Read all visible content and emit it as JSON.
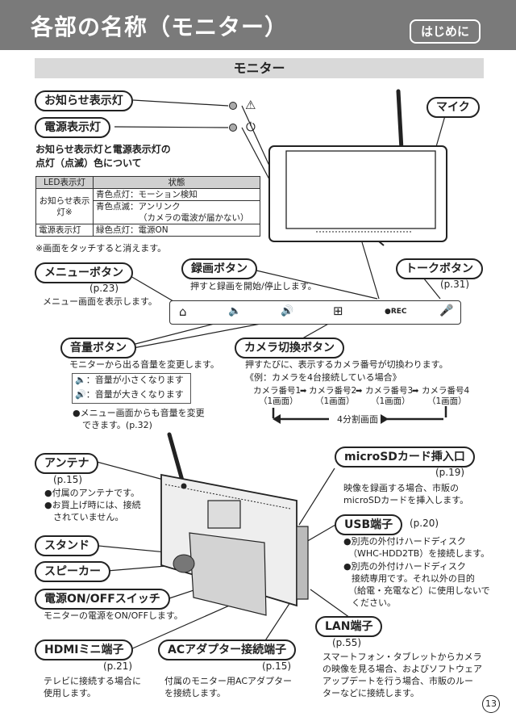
{
  "header": {
    "title": "各部の名称（モニター）",
    "badge": "はじめに"
  },
  "section": "モニター",
  "callouts": {
    "notice_lamp": "お知らせ表示灯",
    "power_lamp": "電源表示灯",
    "mic": "マイク",
    "menu_button": "メニューボタン",
    "record_button": "録画ボタン",
    "talk_button": "トークボタン",
    "volume_button": "音量ボタン",
    "camera_switch_button": "カメラ切換ボタン",
    "antenna": "アンテナ",
    "microsd_slot": "microSDカード挿入口",
    "usb_port": "USB端子",
    "stand": "スタンド",
    "speaker": "スピーカー",
    "power_switch": "電源ON/OFFスイッチ",
    "lan_port": "LAN端子",
    "hdmi_port": "HDMIミニ端子",
    "ac_port": "ACアダプター接続端子"
  },
  "led_section": {
    "heading1": "お知らせ表示灯と電源表示灯の",
    "heading2": "点灯（点滅）色について",
    "table": {
      "col1": "LED表示灯",
      "col2": "状態",
      "row1_name": "お知らせ表示灯※",
      "row1_a": "青色点灯：モーション検知",
      "row1_b1": "青色点滅：アンリンク",
      "row1_b2": "（カメラの電波が届かない）",
      "row2_name": "電源表示灯",
      "row2_a": "緑色点灯：電源ON"
    },
    "note": "※画面をタッチすると消えます。"
  },
  "menu": {
    "ref": "(p.23)",
    "desc": "メニュー画面を表示します。"
  },
  "record": {
    "desc": "押すと録画を開始/停止します。",
    "rec_label": "●REC"
  },
  "talk": {
    "ref": "(p.31)"
  },
  "volume": {
    "desc": "モニターから出る音量を変更します。",
    "quiet": "🔈：音量が小さくなります",
    "loud": "🔊：音量が大きくなります",
    "note1": "●メニュー画面からも音量を変更",
    "note2": "できます。(p.32)"
  },
  "camera_switch": {
    "desc": "押すたびに、表示するカメラ番号が切換わります。",
    "example": "《例：カメラを4台接続している場合》",
    "cams": [
      "カメラ番号1",
      "カメラ番号2",
      "カメラ番号3",
      "カメラ番号4"
    ],
    "sub": "（1画面）",
    "split": "4分割画面"
  },
  "antenna": {
    "ref": "(p.15)",
    "l1": "●付属のアンテナです。",
    "l2": "●お買上げ時には、接続",
    "l3": "されていません。"
  },
  "microsd": {
    "ref": "(p.19)",
    "l1": "映像を録画する場合、市販の",
    "l2": "microSDカードを挿入します。"
  },
  "usb": {
    "ref": "(p.20)",
    "l1": "●別売の外付けハードディスク",
    "l2": "（WHC-HDD2TB）を接続します。",
    "l3": "●別売の外付けハードディスク",
    "l4": "接続専用です。それ以外の目的",
    "l5": "（給電・充電など）に使用しないで",
    "l6": "ください。"
  },
  "power_switch": {
    "desc": "モニターの電源をON/OFFします。"
  },
  "lan": {
    "ref": "(p.55)",
    "l1": "スマートフォン・タブレットからカメラ",
    "l2": "の映像を見る場合、およびソフトウェア",
    "l3": "アップデートを行う場合、市販のルー",
    "l4": "ターなどに接続します。"
  },
  "hdmi": {
    "ref": "(p.21)",
    "l1": "テレビに接続する場合に",
    "l2": "使用します。"
  },
  "ac": {
    "ref": "(p.15)",
    "l1": "付属のモニター用ACアダプター",
    "l2": "を接続します。"
  },
  "page_number": "13",
  "icons": [
    "warning-icon",
    "power-icon",
    "home-icon",
    "volume-down-icon",
    "volume-up-icon",
    "camera-grid-icon",
    "mic-icon",
    "arrow-right-icon"
  ]
}
